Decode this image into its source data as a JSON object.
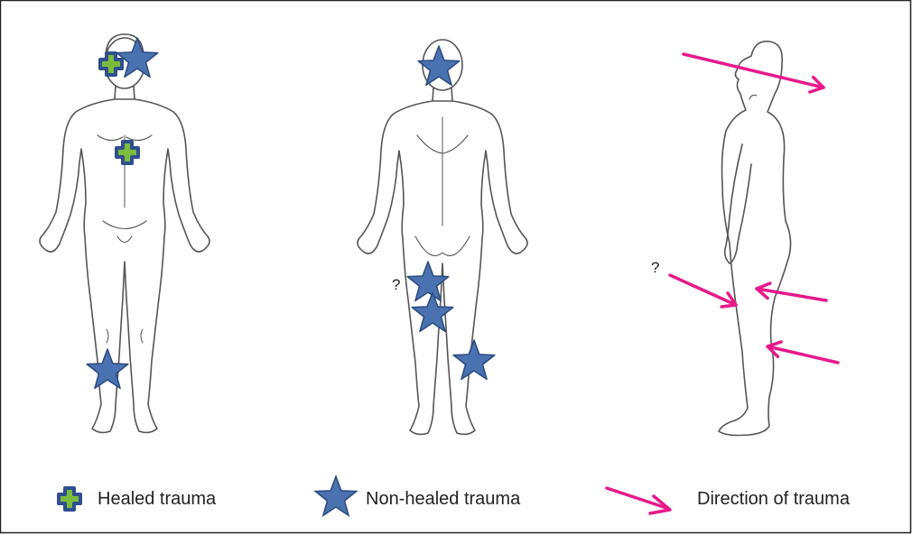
{
  "colors": {
    "healed_fill": "#7dbb3c",
    "healed_border": "#2f4f8f",
    "star_fill": "#4a72b0",
    "star_stroke": "#2b4a80",
    "arrow": "#e8198b",
    "body_outline": "#555555",
    "frame": "#222222"
  },
  "icons": {
    "healed": "plus-icon",
    "non_healed": "star-icon",
    "direction": "arrow-icon"
  },
  "annotations": {
    "posterior_question": "?",
    "lateral_question": "?"
  },
  "legend": {
    "healed_label": "Healed trauma",
    "non_healed_label": "Non-healed trauma",
    "direction_label": "Direction of trauma"
  }
}
